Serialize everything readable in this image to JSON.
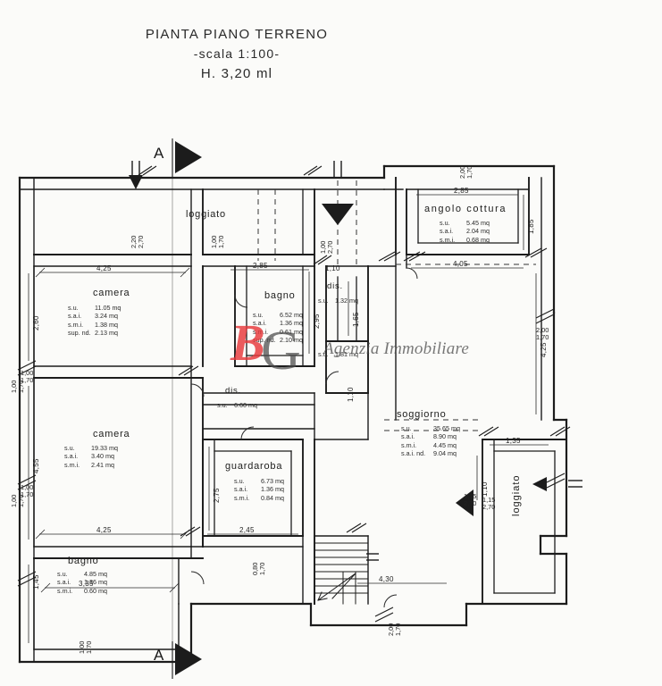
{
  "title": {
    "line1": "PIANTA PIANO TERRENO",
    "line2": "-scala 1:100-",
    "line3": "H. 3,20 ml"
  },
  "watermark": {
    "letter_b": "B",
    "letter_g": "G",
    "text": "Agenzia Immobiliare"
  },
  "section_markers": {
    "top_label": "A",
    "bottom_label": "A"
  },
  "rooms": [
    {
      "id": "loggiato-top",
      "name": "loggiato",
      "metrics": []
    },
    {
      "id": "camera-1",
      "name": "camera",
      "metrics": [
        {
          "key": "s.u.",
          "value": "11.05 mq"
        },
        {
          "key": "s.a.i.",
          "value": "3.24 mq"
        },
        {
          "key": "s.m.i.",
          "value": "1.38 mq"
        },
        {
          "key": "sup. nd.",
          "value": "2.13 mq"
        }
      ]
    },
    {
      "id": "camera-2",
      "name": "camera",
      "metrics": [
        {
          "key": "s.u.",
          "value": "19.33 mq"
        },
        {
          "key": "s.a.i.",
          "value": "3.40 mq"
        },
        {
          "key": "s.m.i.",
          "value": "2.41 mq"
        }
      ]
    },
    {
      "id": "bagno-left",
      "name": "bagno",
      "metrics": [
        {
          "key": "s.u.",
          "value": "4.85 mq"
        },
        {
          "key": "s.a.i.",
          "value": "1.36 mq"
        },
        {
          "key": "s.m.i.",
          "value": "0.60 mq"
        }
      ]
    },
    {
      "id": "bagno-center",
      "name": "bagno",
      "metrics": [
        {
          "key": "s.u.",
          "value": "6.52 mq"
        },
        {
          "key": "s.a.i.",
          "value": "1.36 mq"
        },
        {
          "key": "s.m.i.",
          "value": "0.61 mq"
        },
        {
          "key": "sup. nd.",
          "value": "2.10 mq"
        }
      ]
    },
    {
      "id": "disimpegno-1",
      "name": "dis.",
      "metrics": [
        {
          "key": "s.u.",
          "value": "1.32 mq"
        }
      ]
    },
    {
      "id": "disimpegno-2",
      "name": "",
      "metrics": [
        {
          "key": "s.u.",
          "value": "1.81 mq"
        }
      ]
    },
    {
      "id": "disimpegno-3",
      "name": "dis.",
      "metrics": [
        {
          "key": "s.u.",
          "value": "6.60 mq"
        }
      ]
    },
    {
      "id": "guardaroba",
      "name": "guardaroba",
      "metrics": [
        {
          "key": "s.u.",
          "value": "6.73 mq"
        },
        {
          "key": "s.a.i.",
          "value": "1.36 mq"
        },
        {
          "key": "s.m.i.",
          "value": "0.84 mq"
        }
      ]
    },
    {
      "id": "angolo-cottura",
      "name": "angolo cottura",
      "metrics": [
        {
          "key": "s.u.",
          "value": "5.45 mq"
        },
        {
          "key": "s.a.i.",
          "value": "2.04 mq"
        },
        {
          "key": "s.m.i.",
          "value": "0.68 mq"
        }
      ]
    },
    {
      "id": "soggiorno",
      "name": "soggiorno",
      "metrics": [
        {
          "key": "s.u.",
          "value": "35.65 mq"
        },
        {
          "key": "s.a.i.",
          "value": "8.90 mq"
        },
        {
          "key": "s.m.i.",
          "value": "4.45 mq"
        },
        {
          "key": "s.a.i. nd.",
          "value": "9.04 mq"
        }
      ]
    },
    {
      "id": "loggiato-right",
      "name": "loggiato",
      "metrics": []
    }
  ],
  "dimensions": {
    "camera1_width": "4,25",
    "camera1_height": "2,60",
    "camera2_width": "4,25",
    "camera2_height": "4,55",
    "bagno_left_width": "3,35",
    "bagno_left_height": "1,45",
    "bagno_center_width": "2,85",
    "bagno_center_height": "2,95",
    "guardaroba_width": "2,45",
    "guardaroba_height": "2,75",
    "angolo_cottura_width": "2,85",
    "angolo_cottura_height": "1,85",
    "soggiorno_width": "4,05",
    "soggiorno_right_height": "4,25",
    "loggiato_right_width": "1,35",
    "stair_width": "4,30",
    "dis_width": "1,10",
    "dis_height": "1,65",
    "dis2_height": "1,10",
    "loggiato_top_right": "1,85",
    "soggiorno_inner": "1,10"
  },
  "openings": [
    {
      "id": "w-left-upper",
      "top": "1,00",
      "bottom": "1,70"
    },
    {
      "id": "w-left-lower",
      "top": "1,00",
      "bottom": "1,70"
    },
    {
      "id": "w-left-bottom",
      "top": "1,00",
      "bottom": "1,70"
    },
    {
      "id": "w-right",
      "top": "2,00",
      "bottom": "1,70"
    },
    {
      "id": "w-right-mid",
      "top": "2,00",
      "bottom": "1,70"
    },
    {
      "id": "w-bottom-center",
      "top": "2,00",
      "bottom": "1,70"
    },
    {
      "id": "d-loggiato-left",
      "top": "2,20",
      "bottom": "2,70"
    },
    {
      "id": "d-loggiato-mid",
      "top": "1,00",
      "bottom": "1,70"
    },
    {
      "id": "d-entry",
      "top": "1,00",
      "bottom": "2,70"
    },
    {
      "id": "d-stair",
      "top": "0,80",
      "bottom": "1,70"
    },
    {
      "id": "d-loggiato-right",
      "top": "1,15",
      "bottom": "2,70"
    },
    {
      "id": "w-top-right",
      "top": "2,00",
      "bottom": "1,70"
    }
  ]
}
